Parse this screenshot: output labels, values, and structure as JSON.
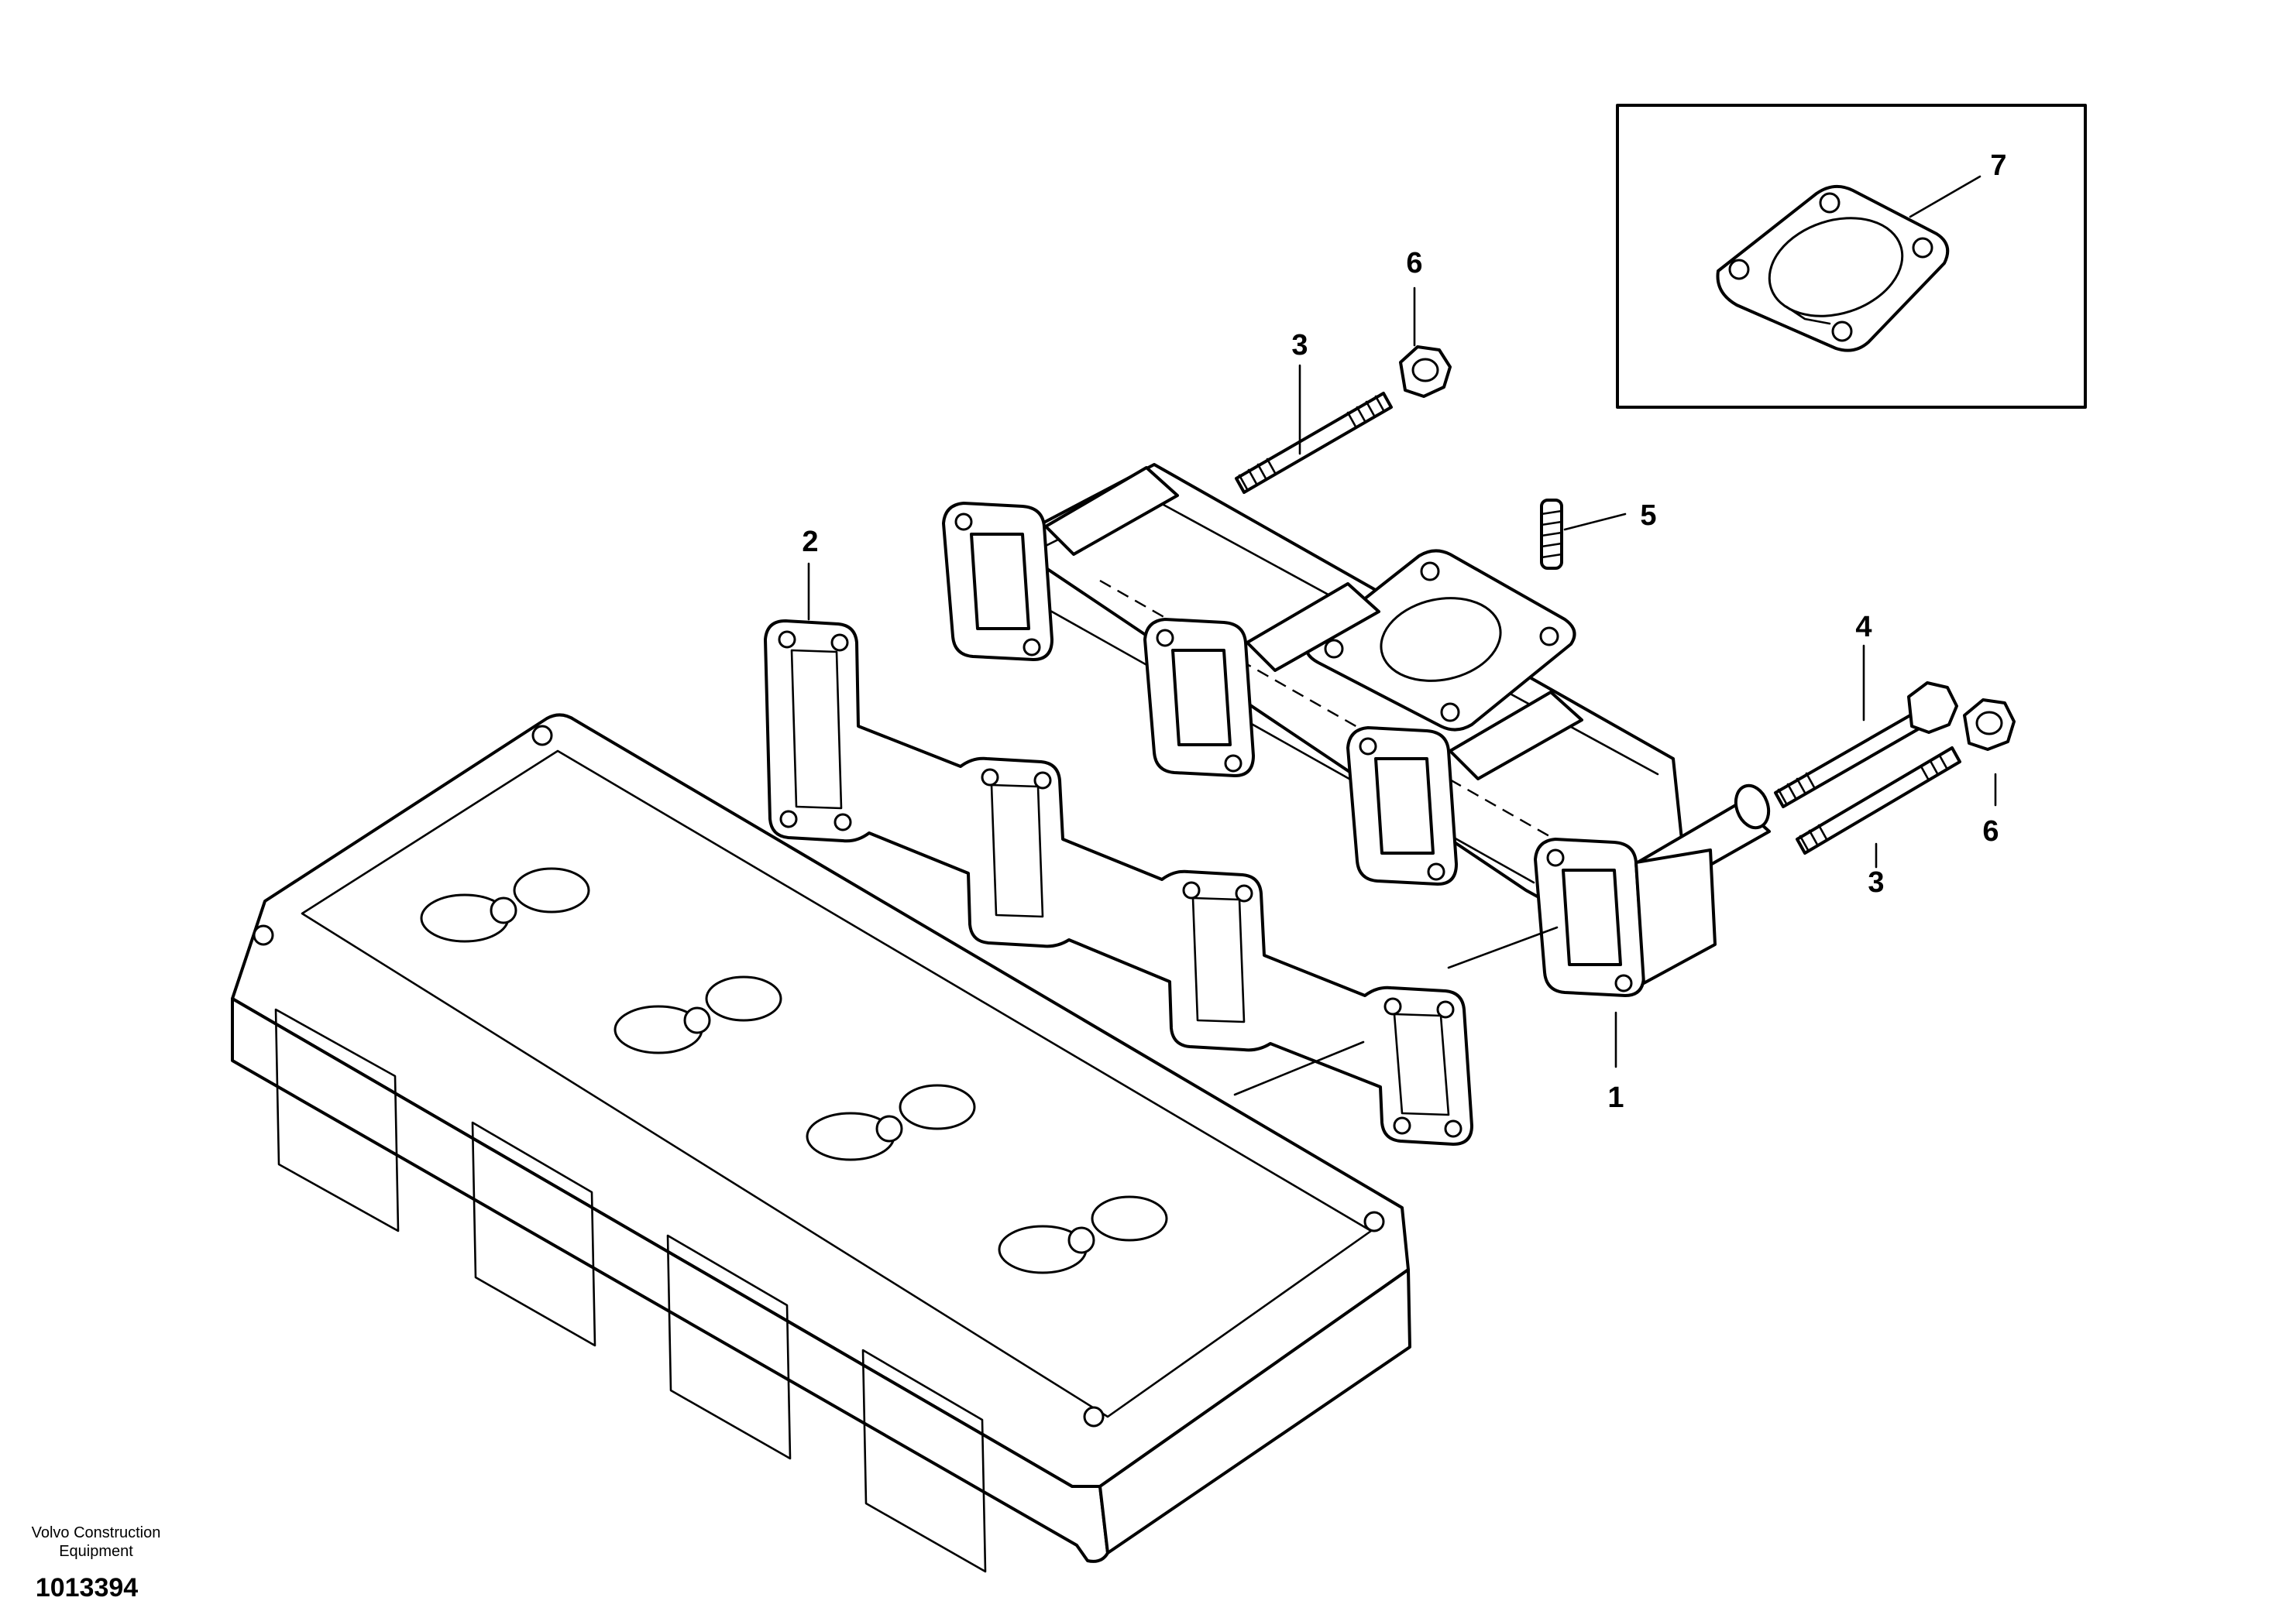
{
  "callouts": {
    "c1": "1",
    "c2": "2",
    "c3a": "3",
    "c3b": "3",
    "c4": "4",
    "c5": "5",
    "c6a": "6",
    "c6b": "6",
    "c7": "7"
  },
  "footer": {
    "brand_line1": "Volvo Construction",
    "brand_line2": "Equipment",
    "figure_number": "1013394"
  },
  "colors": {
    "line": "#000000",
    "background": "#ffffff"
  }
}
